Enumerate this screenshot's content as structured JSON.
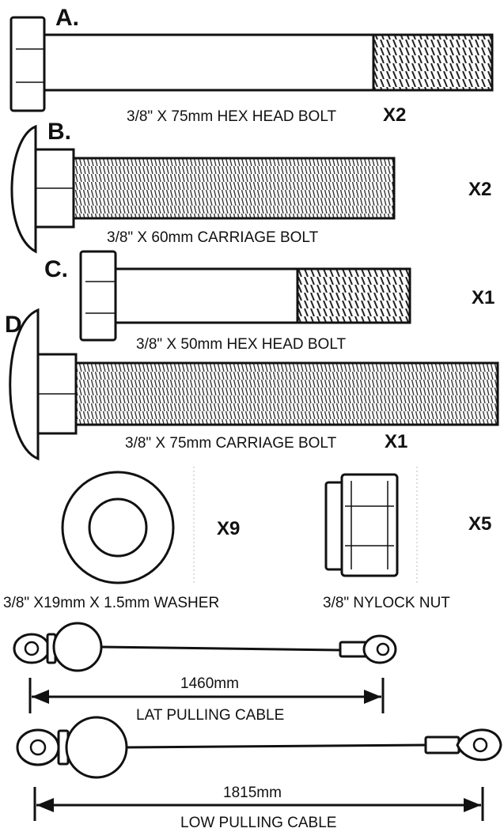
{
  "parts": [
    {
      "letter": "A.",
      "label": "3/8\" X 75mm HEX HEAD BOLT",
      "qty": "X2"
    },
    {
      "letter": "B.",
      "label": "3/8\" X 60mm CARRIAGE BOLT",
      "qty": "X2"
    },
    {
      "letter": "C.",
      "label": "3/8\" X 50mm HEX HEAD BOLT",
      "qty": "X1"
    },
    {
      "letter": "D.",
      "label": "3/8\" X 75mm CARRIAGE BOLT",
      "qty": "X1"
    }
  ],
  "washer": {
    "label": "3/8\" X19mm X 1.5mm WASHER",
    "qty": "X9"
  },
  "nut": {
    "label": "3/8\" NYLOCK NUT",
    "qty": "X5"
  },
  "cables": [
    {
      "length": "1460mm",
      "label": "LAT PULLING CABLE"
    },
    {
      "length": "1815mm",
      "label": "LOW PULLING CABLE"
    }
  ]
}
